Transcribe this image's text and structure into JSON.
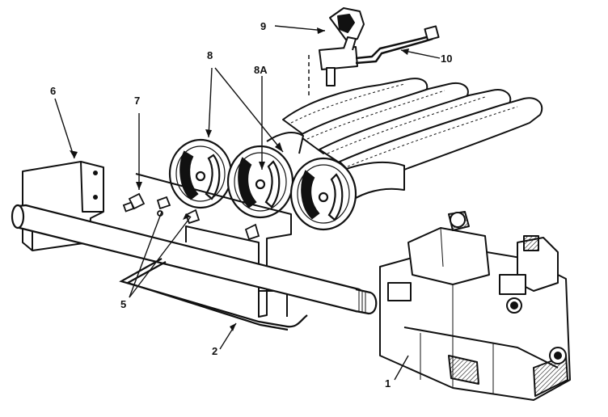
{
  "callouts": {
    "c1": "1",
    "c2": "2",
    "c5": "5",
    "c6": "6",
    "c7": "7",
    "c8": "8",
    "c8a": "8A",
    "c9": "9",
    "c10": "10"
  },
  "colors": {
    "ink": "#111111",
    "paper": "#ffffff"
  }
}
